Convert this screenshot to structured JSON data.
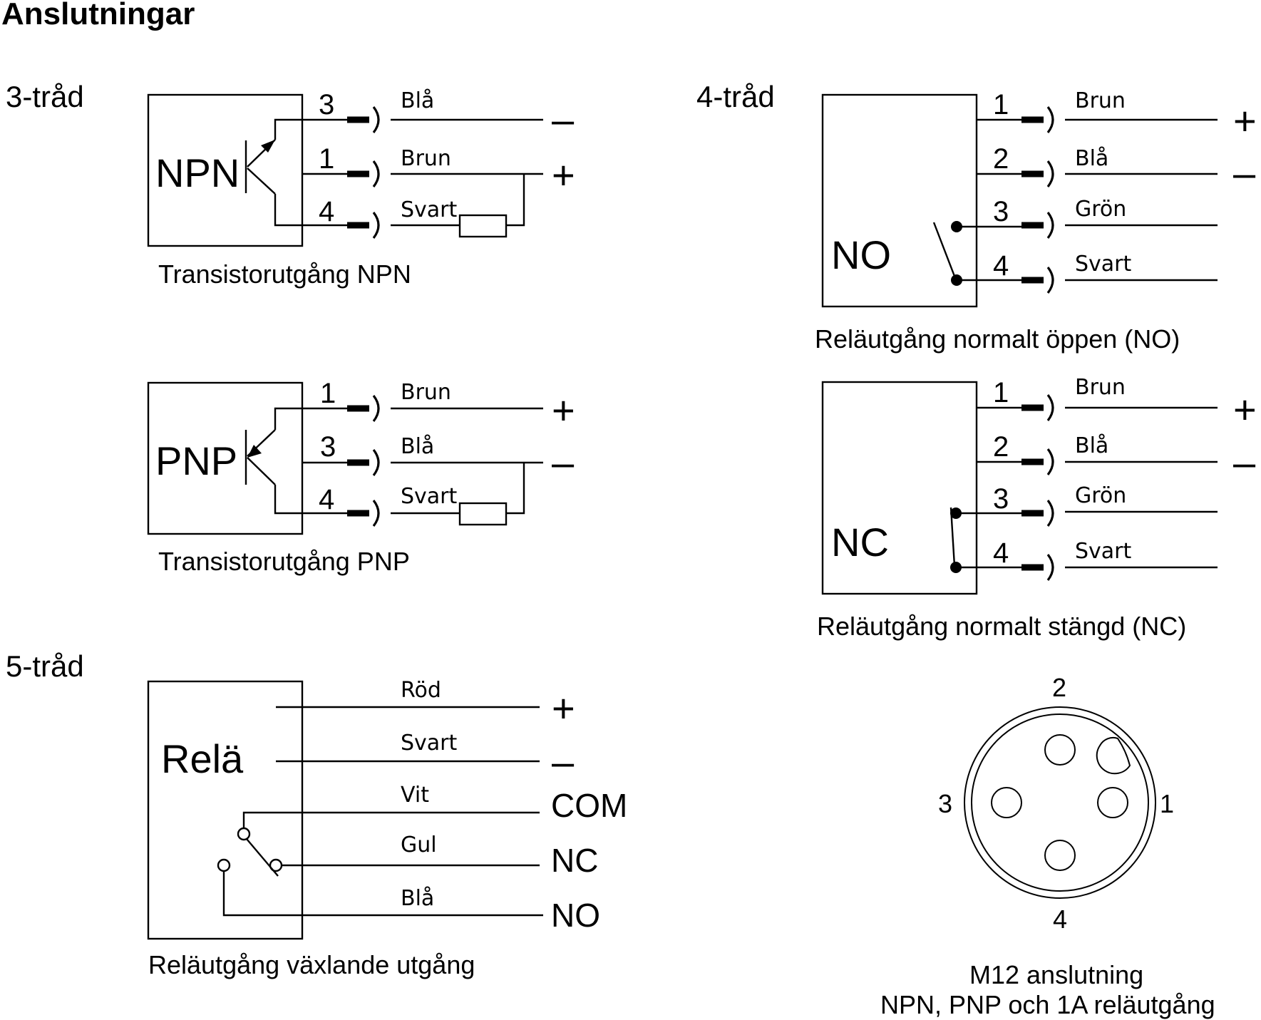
{
  "title": "Anslutningar",
  "three_wire": {
    "label": "3-tråd",
    "npn": {
      "box_label": "NPN",
      "caption": "Transistorutgång NPN",
      "wires": [
        {
          "pin": "3",
          "color": "Blå",
          "sign": "–"
        },
        {
          "pin": "1",
          "color": "Brun",
          "sign": "+"
        },
        {
          "pin": "4",
          "color": "Svart",
          "sign": ""
        }
      ]
    },
    "pnp": {
      "box_label": "PNP",
      "caption": "Transistorutgång PNP",
      "wires": [
        {
          "pin": "1",
          "color": "Brun",
          "sign": "+"
        },
        {
          "pin": "3",
          "color": "Blå",
          "sign": "–"
        },
        {
          "pin": "4",
          "color": "Svart",
          "sign": ""
        }
      ]
    }
  },
  "four_wire": {
    "label": "4-tråd",
    "no": {
      "box_label": "NO",
      "caption": "Reläutgång normalt öppen (NO)",
      "wires": [
        {
          "pin": "1",
          "color": "Brun",
          "sign": "+"
        },
        {
          "pin": "2",
          "color": "Blå",
          "sign": "–"
        },
        {
          "pin": "3",
          "color": "Grön",
          "sign": ""
        },
        {
          "pin": "4",
          "color": "Svart",
          "sign": ""
        }
      ]
    },
    "nc": {
      "box_label": "NC",
      "caption": "Reläutgång normalt stängd (NC)",
      "wires": [
        {
          "pin": "1",
          "color": "Brun",
          "sign": "+"
        },
        {
          "pin": "2",
          "color": "Blå",
          "sign": "–"
        },
        {
          "pin": "3",
          "color": "Grön",
          "sign": ""
        },
        {
          "pin": "4",
          "color": "Svart",
          "sign": ""
        }
      ]
    }
  },
  "five_wire": {
    "label": "5-tråd",
    "box_label": "Relä",
    "caption": "Reläutgång växlande utgång",
    "wires": [
      {
        "color": "Röd",
        "terminal": "+"
      },
      {
        "color": "Svart",
        "terminal": "–"
      },
      {
        "color": "Vit",
        "terminal": "COM"
      },
      {
        "color": "Gul",
        "terminal": "NC"
      },
      {
        "color": "Blå",
        "terminal": "NO"
      }
    ]
  },
  "connector": {
    "pins": {
      "top": "2",
      "right": "1",
      "left": "3",
      "bottom": "4"
    },
    "caption_line1": "M12 anslutning",
    "caption_line2": "NPN, PNP och 1A reläutgång"
  }
}
